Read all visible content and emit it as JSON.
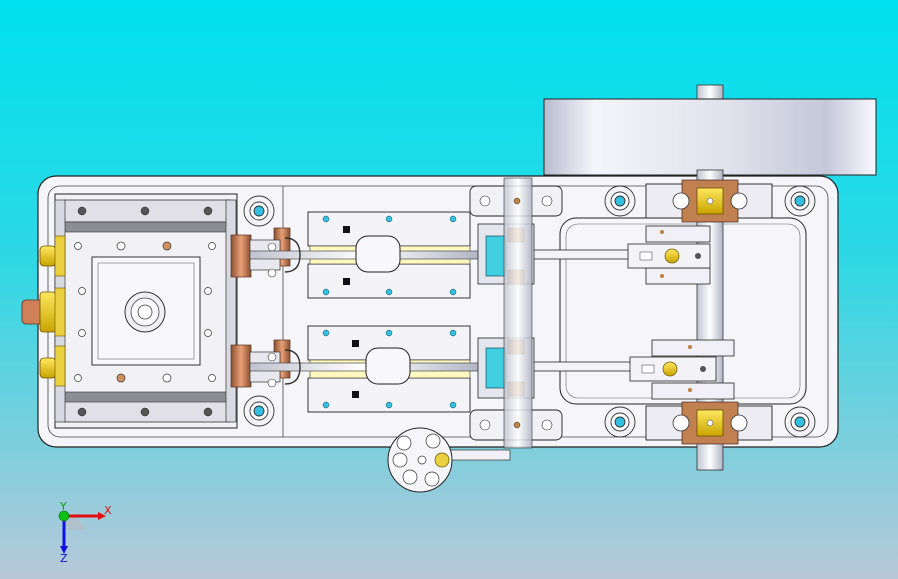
{
  "viewport": {
    "background_top": "#00e0ee",
    "background_mid": "#38d0dc",
    "background_bottom": "#b8c8d8"
  },
  "model": {
    "base_color": "#f4f4f8",
    "edge_color": "#1a1a1a",
    "brass_color": "#e8d000",
    "copper_color": "#c07850",
    "bronze_color": "#b08060",
    "bolt_color": "#33c0e0",
    "steel_color": "#d8dce4"
  },
  "triad": {
    "x_label": "X",
    "y_label": "Y",
    "z_label": "Z",
    "x_color": "#e01010",
    "y_color": "#10c010",
    "z_color": "#1010e0"
  }
}
